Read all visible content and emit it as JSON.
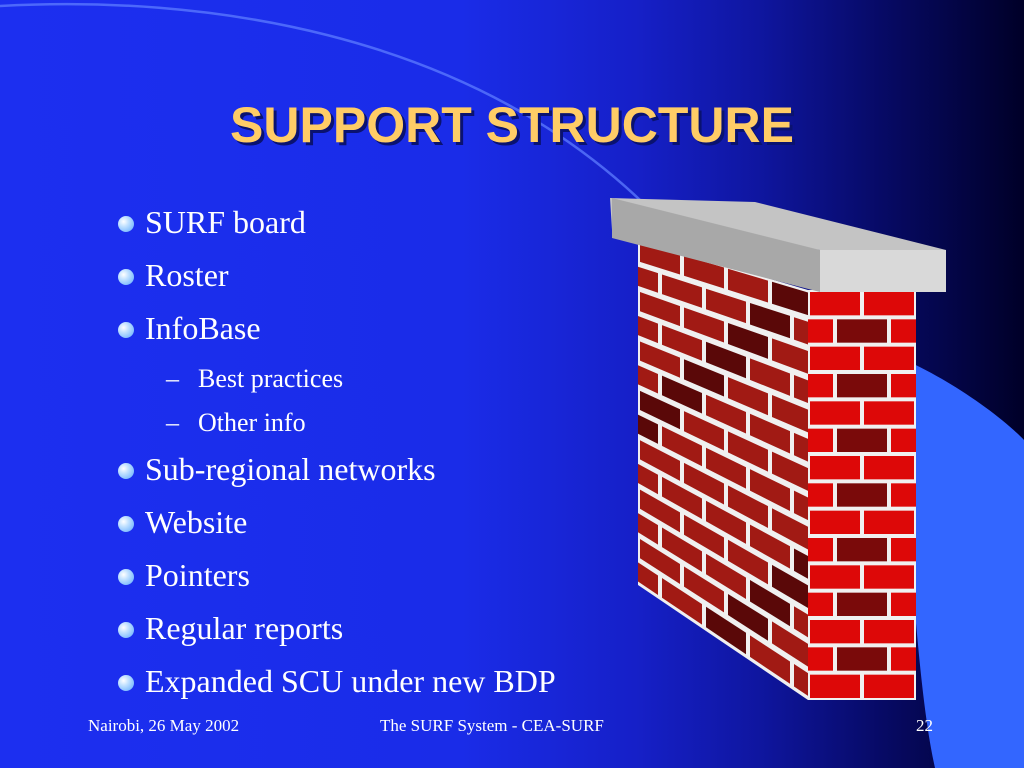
{
  "slide": {
    "title": "SUPPORT STRUCTURE",
    "bullets": [
      {
        "level": 1,
        "text": "SURF board"
      },
      {
        "level": 1,
        "text": "Roster"
      },
      {
        "level": 1,
        "text": "InfoBase"
      },
      {
        "level": 2,
        "text": "Best practices"
      },
      {
        "level": 2,
        "text": "Other info"
      },
      {
        "level": 1,
        "text": "Sub-regional networks"
      },
      {
        "level": 1,
        "text": "Website"
      },
      {
        "level": 1,
        "text": "Pointers"
      },
      {
        "level": 1,
        "text": "Regular reports"
      },
      {
        "level": 1,
        "text": "Expanded SCU under new BDP"
      }
    ],
    "sub_marker": "–",
    "footer": {
      "left": "Nairobi, 26 May  2002",
      "center": "The SURF System - CEA-SURF",
      "right": "22"
    }
  },
  "colors": {
    "title": "#ffcc66",
    "text": "#ffffff",
    "background_left": "#1c2ff0",
    "background_right": "#000028",
    "bullet": "#5aa8ff",
    "brick_front": "#dd0808",
    "brick_side": "#a11a14",
    "mortar": "#f0f0f0",
    "wall_cap": "#d9d9d9",
    "accent_shape": "#3366ff"
  },
  "illustration": {
    "name": "brick-wall-clipart"
  }
}
